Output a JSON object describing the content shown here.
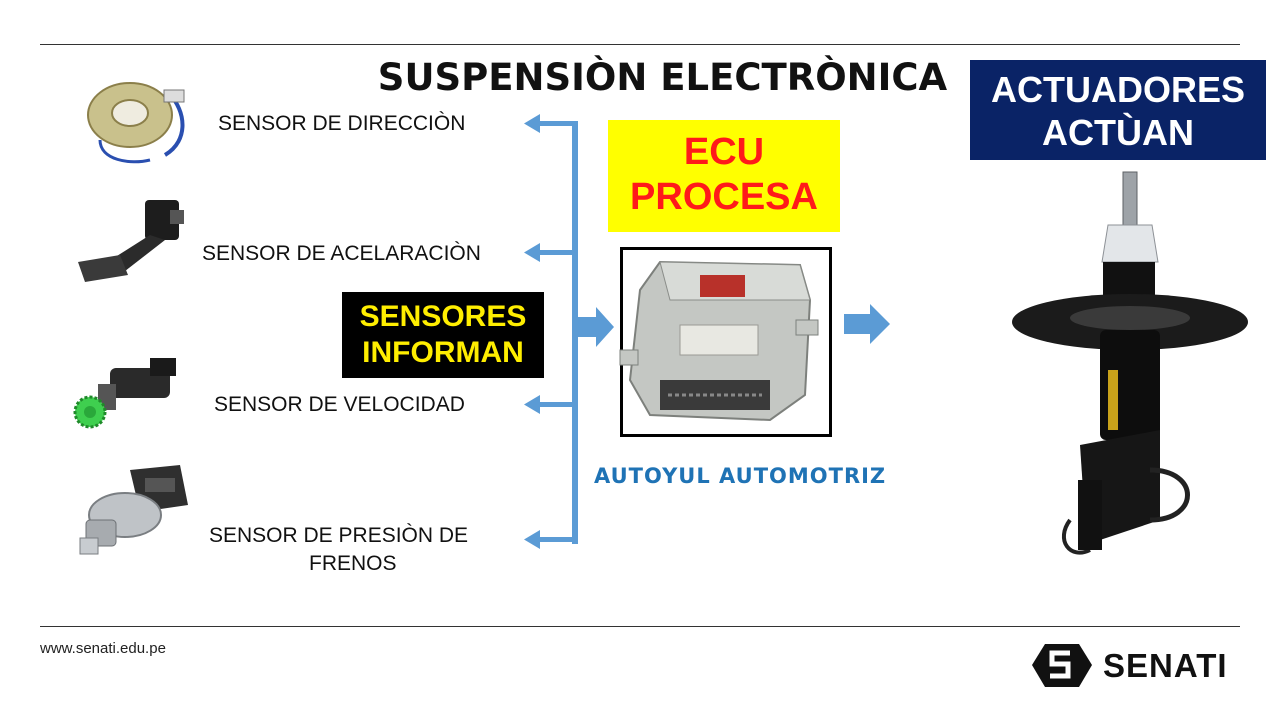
{
  "slide": {
    "title": "SUSPENSIÒN ELECTRÒNICA",
    "sensors": [
      {
        "label": "SENSOR DE DIRECCIÒN",
        "icon": "steering-angle-sensor-icon"
      },
      {
        "label": "SENSOR DE ACELARACIÒN",
        "icon": "accelerator-pedal-icon"
      },
      {
        "label": "SENSOR DE VELOCIDAD",
        "icon": "speed-sensor-icon"
      },
      {
        "label_line1": "SENSOR DE PRESIÒN DE",
        "label_line2": "FRENOS",
        "icon": "brake-pressure-sensor-icon"
      }
    ],
    "sensors_box": {
      "line1": "SENSORES",
      "line2": "INFORMAN"
    },
    "ecu_box": {
      "line1": "ECU",
      "line2": "PROCESA"
    },
    "actuators_box": {
      "line1": "ACTUADORES",
      "line2": "ACTÙAN"
    },
    "ecu_image": {
      "icon": "ecu-module-icon"
    },
    "actuator_image": {
      "icon": "shock-absorber-icon"
    },
    "brand": "AUTOYUL AUTOMOTRIZ"
  },
  "footer": {
    "website": "www.senati.edu.pe",
    "logo_text": "SENATI",
    "logo_icon": "senati-logo-icon"
  },
  "colors": {
    "arrow": "#5b9bd5",
    "sensors_box_bg": "#000000",
    "sensors_box_text": "#ffee00",
    "ecu_box_bg": "#ffff00",
    "ecu_box_text": "#ff1a1a",
    "actuators_box_bg": "#0a2366",
    "actuators_box_text": "#ffffff",
    "brand_text": "#1f73b5"
  }
}
